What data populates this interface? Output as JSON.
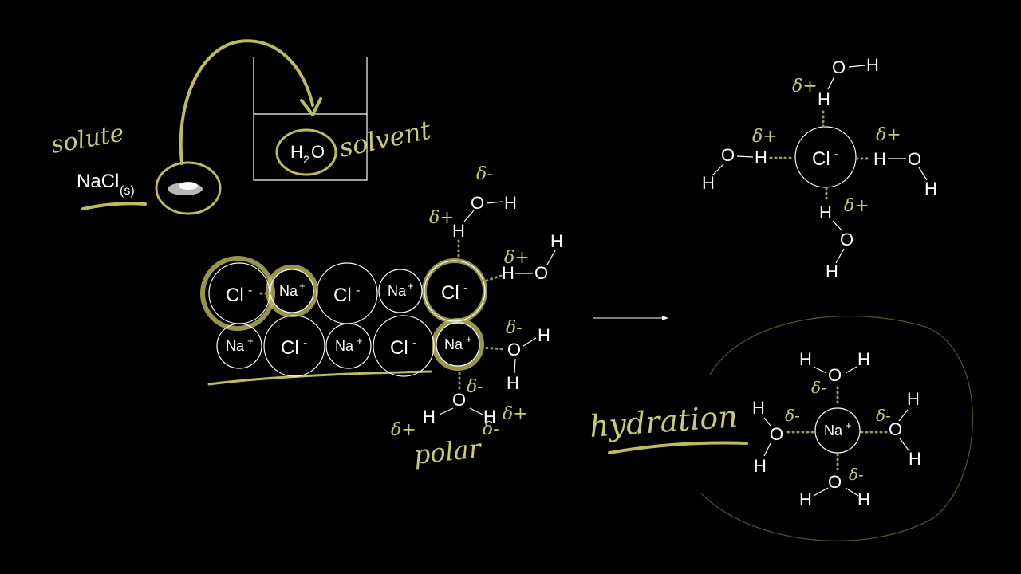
{
  "labels": {
    "solute": "solute",
    "solvent": "solvent",
    "nacl": "NaCl",
    "nacl_state": "(s)",
    "h": "H",
    "o": "O",
    "two": "2",
    "polar": "polar",
    "hydration": "hydration",
    "delta_plus": "δ+",
    "delta_minus": "δ-"
  },
  "ions": {
    "cl": "Cl",
    "na": "Na",
    "minus": "-",
    "plus": "+"
  },
  "lattice": {
    "top_row": [
      "Cl",
      "Na",
      "Cl",
      "Na",
      "Cl"
    ],
    "bottom_row": [
      "Na",
      "Cl",
      "Na",
      "Cl",
      "Na"
    ]
  },
  "colors": {
    "background": "#000000",
    "chalk": "#ffffff",
    "highlighter": "#bcbc5e"
  }
}
